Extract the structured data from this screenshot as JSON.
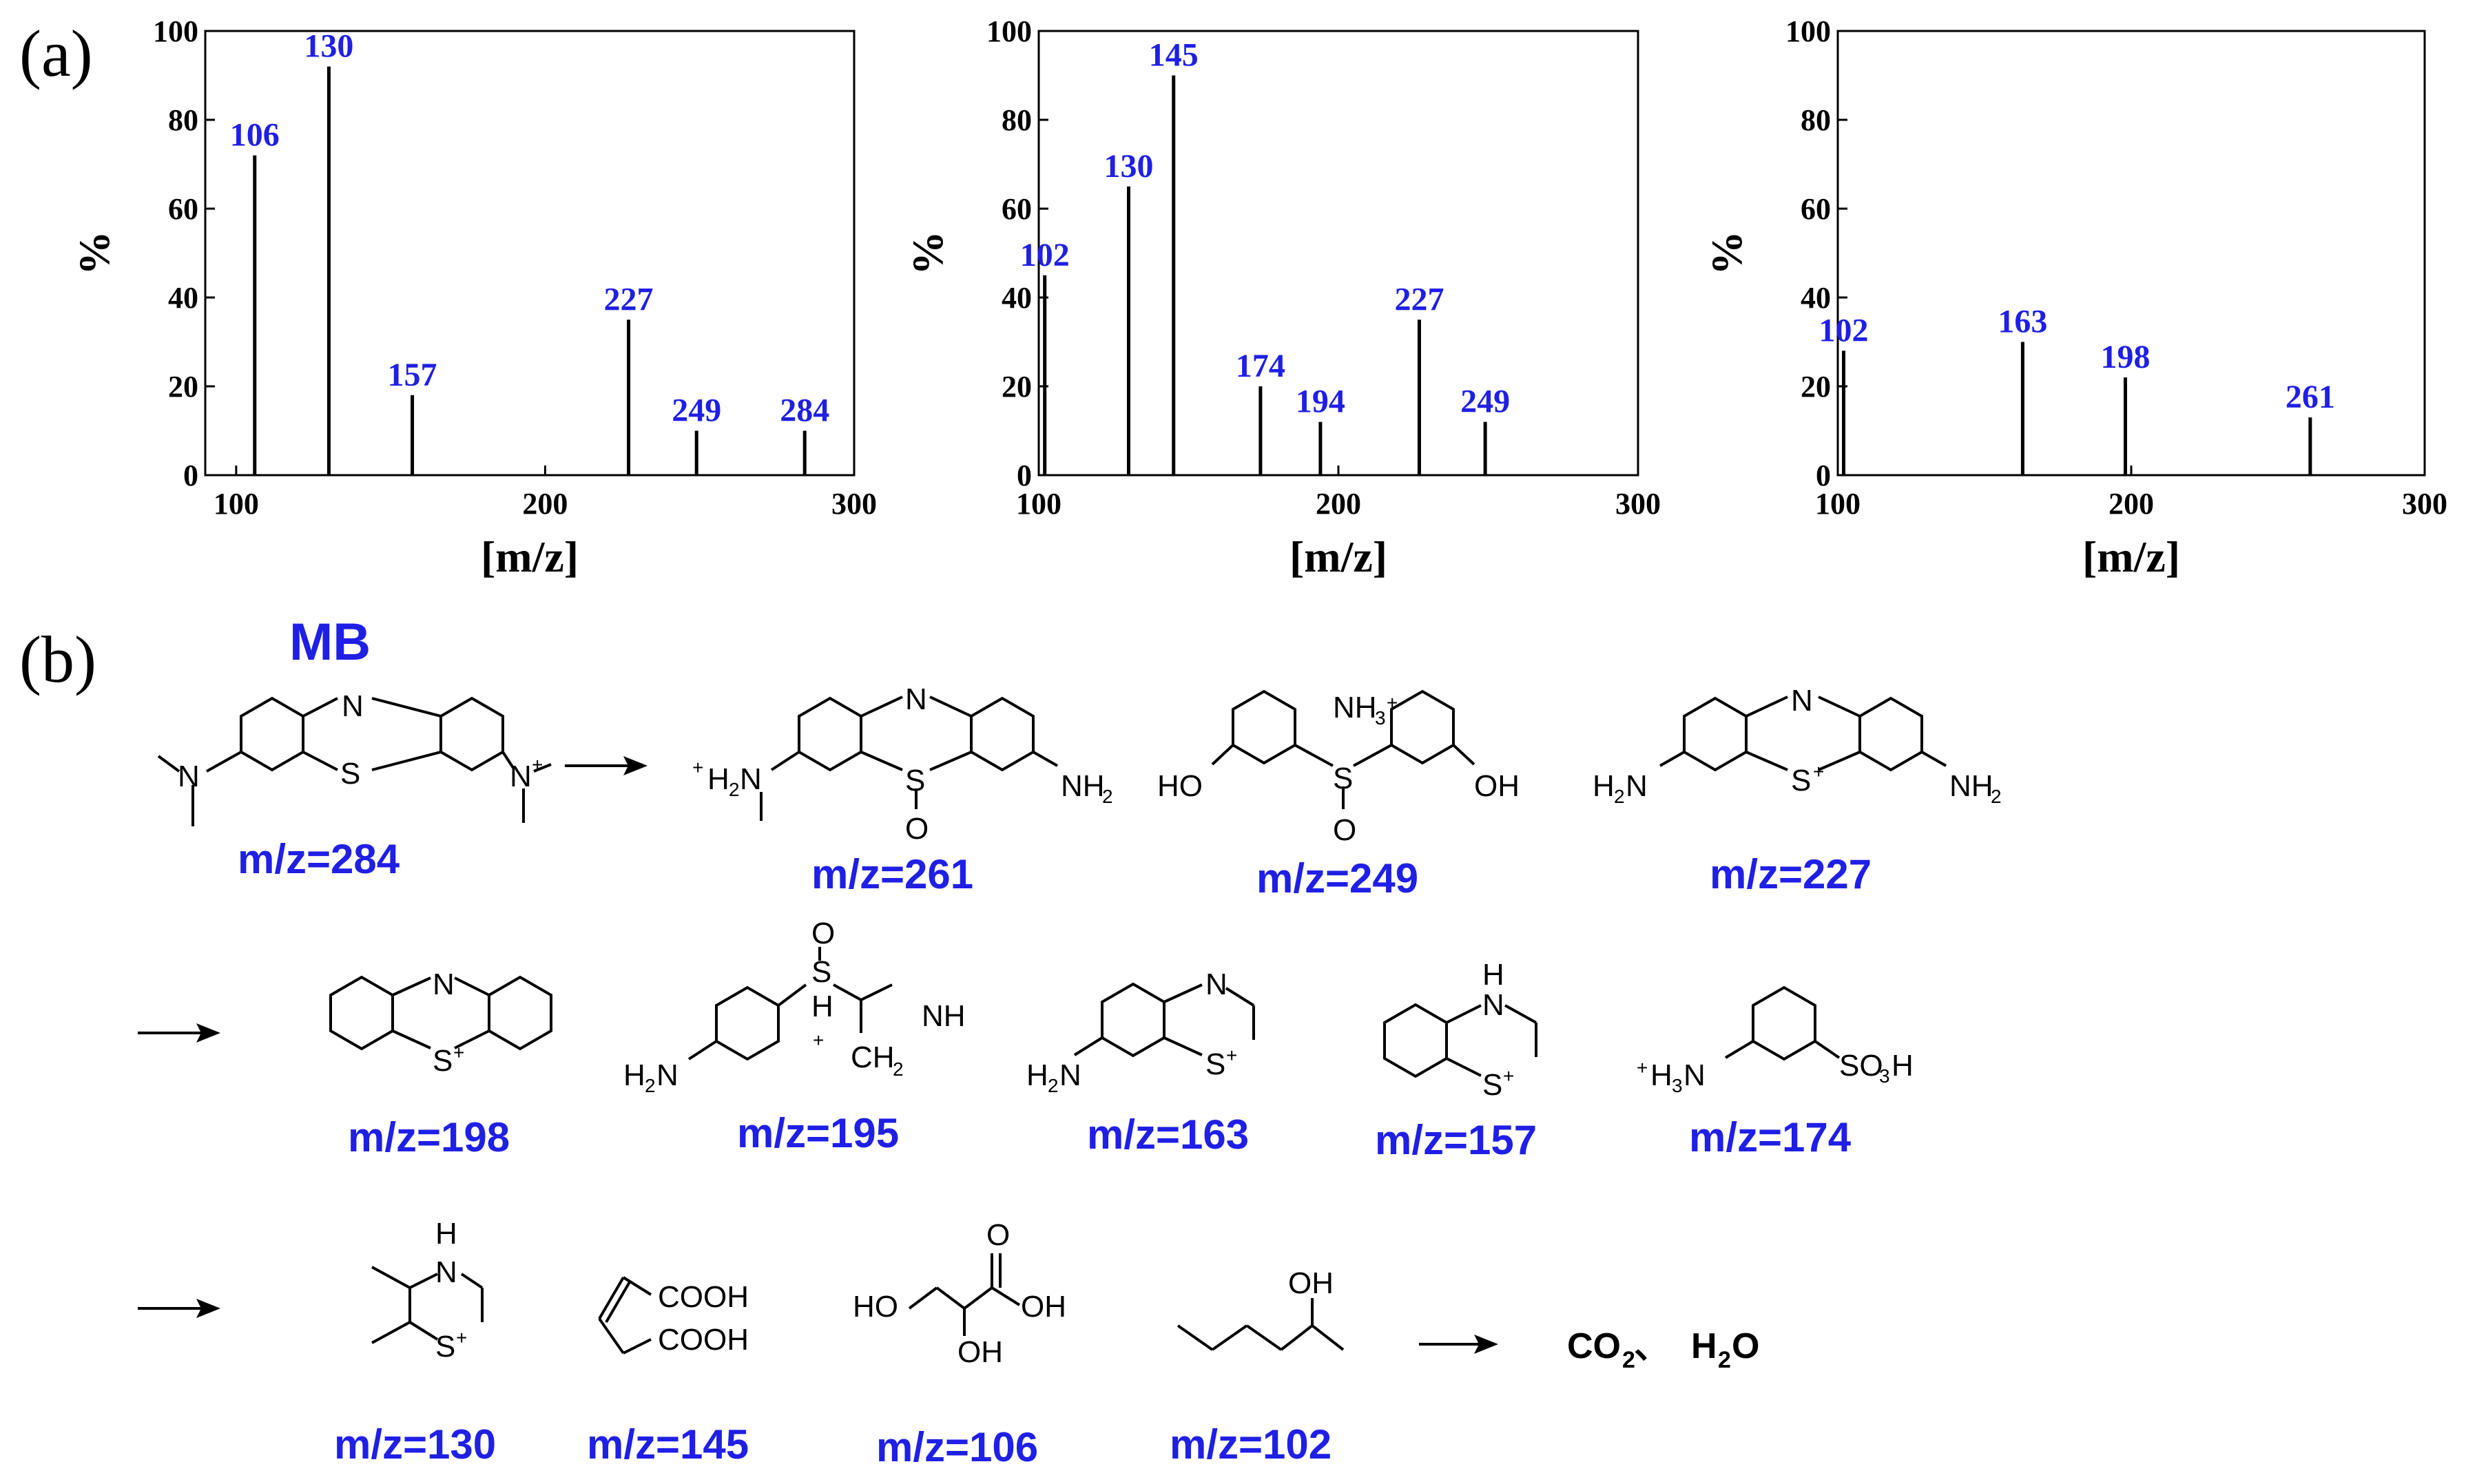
{
  "panel_labels": {
    "a": "(a)",
    "b": "(b)"
  },
  "chart_data": [
    {
      "type": "bar",
      "xlabel": "[m/z]",
      "ylabel": "%",
      "xlim": [
        90,
        300
      ],
      "ylim": [
        0,
        100
      ],
      "xticks": [
        100,
        200,
        300
      ],
      "yticks": [
        0,
        20,
        40,
        60,
        80,
        100
      ],
      "peaks": [
        {
          "x": 106,
          "y": 72,
          "label": "106"
        },
        {
          "x": 130,
          "y": 92,
          "label": "130"
        },
        {
          "x": 157,
          "y": 18,
          "label": "157"
        },
        {
          "x": 227,
          "y": 35,
          "label": "227"
        },
        {
          "x": 249,
          "y": 10,
          "label": "249"
        },
        {
          "x": 284,
          "y": 10,
          "label": "284"
        }
      ]
    },
    {
      "type": "bar",
      "xlabel": "[m/z]",
      "ylabel": "%",
      "xlim": [
        100,
        300
      ],
      "ylim": [
        0,
        100
      ],
      "xticks": [
        100,
        200,
        300
      ],
      "yticks": [
        0,
        20,
        40,
        60,
        80,
        100
      ],
      "peaks": [
        {
          "x": 102,
          "y": 45,
          "label": "102"
        },
        {
          "x": 130,
          "y": 65,
          "label": "130"
        },
        {
          "x": 145,
          "y": 90,
          "label": "145"
        },
        {
          "x": 174,
          "y": 20,
          "label": "174"
        },
        {
          "x": 194,
          "y": 12,
          "label": "194"
        },
        {
          "x": 227,
          "y": 35,
          "label": "227"
        },
        {
          "x": 249,
          "y": 12,
          "label": "249"
        }
      ]
    },
    {
      "type": "bar",
      "xlabel": "[m/z]",
      "ylabel": "%",
      "xlim": [
        100,
        300
      ],
      "ylim": [
        0,
        100
      ],
      "xticks": [
        100,
        200,
        300
      ],
      "yticks": [
        0,
        20,
        40,
        60,
        80,
        100
      ],
      "peaks": [
        {
          "x": 102,
          "y": 28,
          "label": "102"
        },
        {
          "x": 163,
          "y": 30,
          "label": "163"
        },
        {
          "x": 198,
          "y": 22,
          "label": "198"
        },
        {
          "x": 261,
          "y": 13,
          "label": "261"
        }
      ]
    }
  ],
  "scheme": {
    "mb_label": "MB",
    "mz_labels": [
      "m/z=284",
      "m/z=261",
      "m/z=249",
      "m/z=227",
      "m/z=198",
      "m/z=195",
      "m/z=163",
      "m/z=157",
      "m/z=174",
      "m/z=130",
      "m/z=145",
      "m/z=106",
      "m/z=102"
    ],
    "products": {
      "co2": "CO",
      "co2_sub": "2",
      "sep": "、",
      "h2o_a": "H",
      "h2o_sub": "2",
      "h2o_b": "O"
    },
    "atoms": {
      "N": "N",
      "S": "S",
      "O": "O",
      "H": "H",
      "plus": "+",
      "NH": "NH",
      "NH2": "NH",
      "sub2": "2",
      "sub3": "3",
      "H2N": "H",
      "H2N_N": "N",
      "H3N": "H",
      "OH": "OH",
      "HO": "HO",
      "SO3H_a": "SO",
      "SO3H_b": "H",
      "CH2": "CH",
      "COOH": "COOH"
    }
  }
}
